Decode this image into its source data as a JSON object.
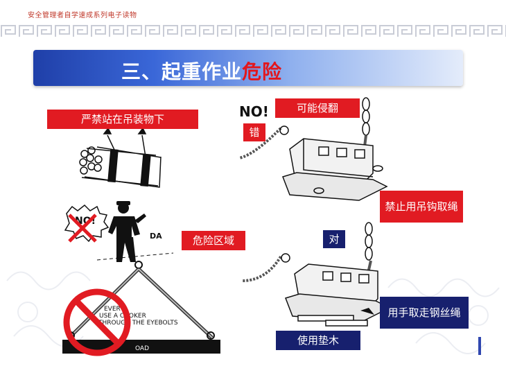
{
  "header": {
    "series_title": "安全管理者自学速成系列电子读物"
  },
  "title": {
    "prefix": "三、起重作业",
    "highlight": "危险"
  },
  "labels": {
    "no_stand_under_load": "严禁站在吊装物下",
    "danger_zone": "危险区域",
    "may_tip_over": "可能侵翻",
    "wrong": "错",
    "no_hook_sling": "禁止用吊钩取绳",
    "right": "对",
    "use_hand_remove_sling": "用手取走钢丝绳",
    "use_pad_blocks": "使用垫木"
  },
  "illustration_text": {
    "no_bubble": "NO!",
    "no_top": "NO!",
    "danger_sign_partial": "DA",
    "choker_warning_line1": "EVER",
    "choker_warning_line2": "USE A CHOKER",
    "choker_warning_line3": "THROUGH THE EYEBOLTS",
    "load_text": "OAD"
  }
}
